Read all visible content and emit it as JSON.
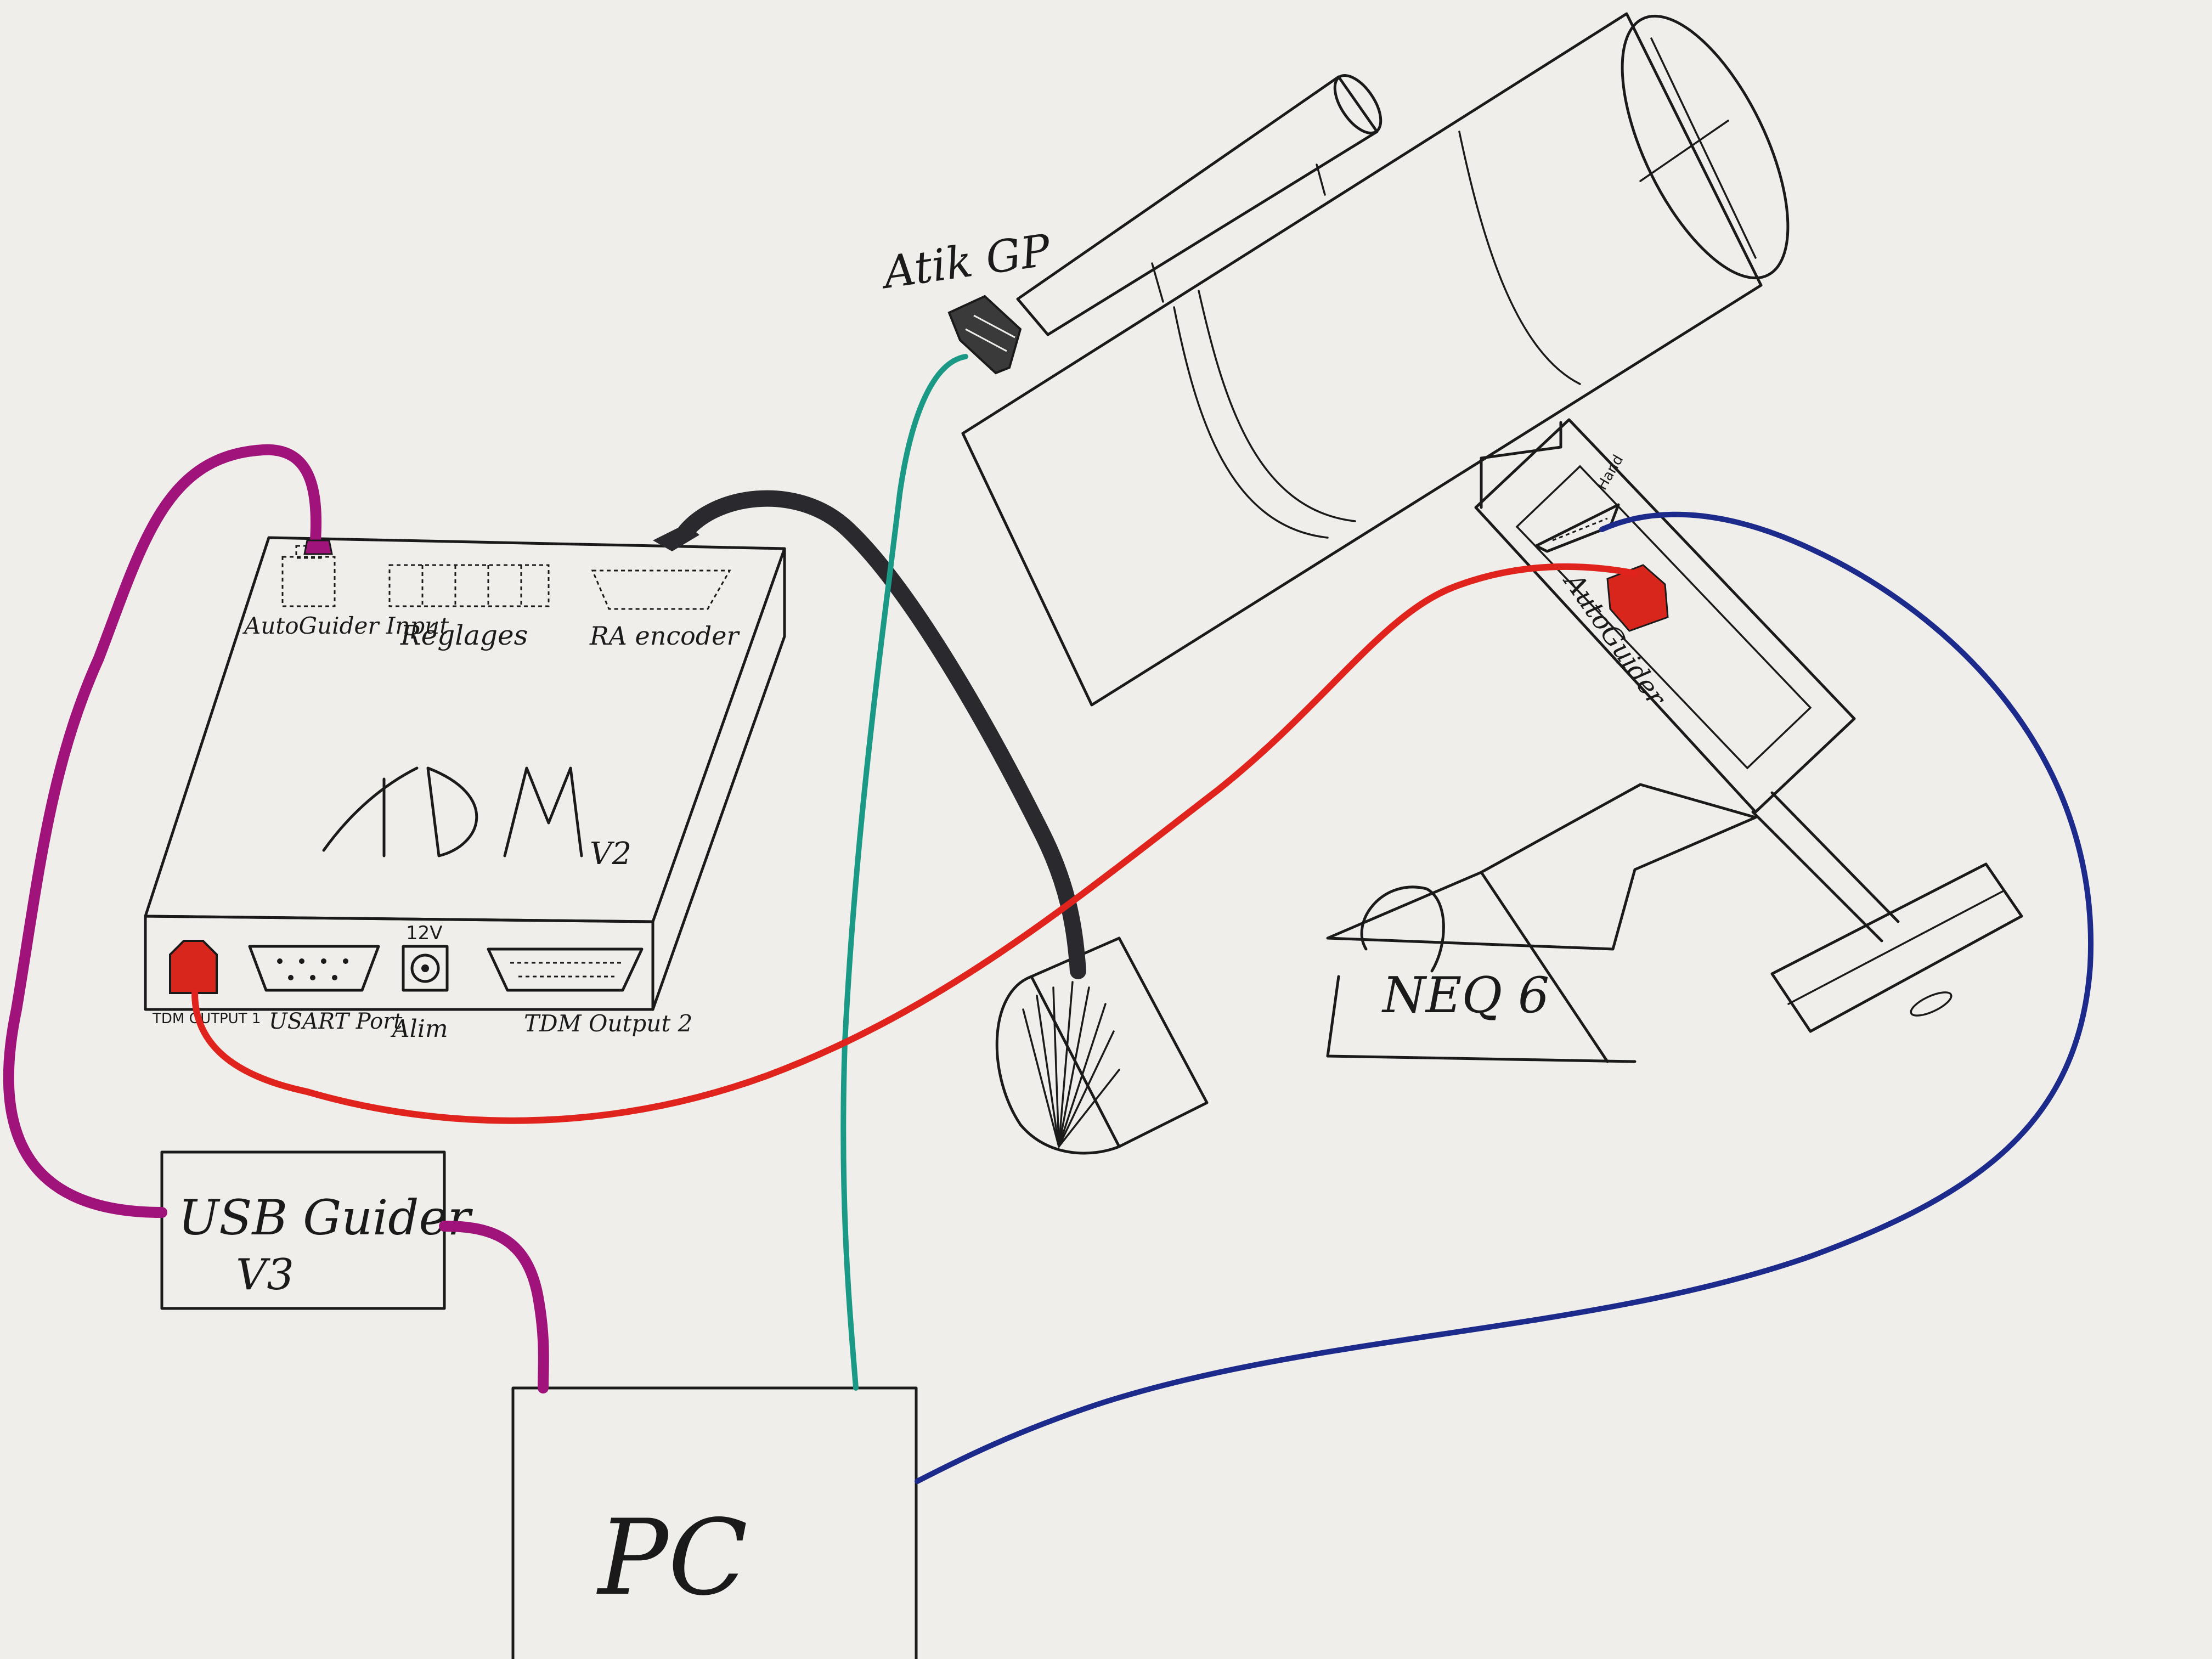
{
  "components": {
    "camera_label": "Atik GP",
    "tdm_logo": "TDM",
    "tdm_version": "V2",
    "mount_label": "NEQ 6",
    "usb_guider_line1": "USB Guider",
    "usb_guider_line2": "V3",
    "pc_label": "PC"
  },
  "ports": {
    "autoguider_input": "AutoGuider Input",
    "reglages": "Réglages",
    "ra_encoder": "RA encoder",
    "tdm_output1": "TDM OUTPUT 1",
    "usart_port": "USART Port",
    "voltage": "12V",
    "alim": "Alim",
    "tdm_output2": "TDM Output 2",
    "mount_autoguider": "AutoGuider",
    "mount_handset": "Hand"
  },
  "colors": {
    "paper": "#efeeea",
    "ink": "#1a1a1a",
    "magenta_cable": "#a0137a",
    "black_cable": "#2a2a2e",
    "teal_cable": "#1a9a86",
    "red_cable": "#e0231c",
    "blue_cable": "#1c2a8c",
    "port_fill": "#d8261c"
  }
}
